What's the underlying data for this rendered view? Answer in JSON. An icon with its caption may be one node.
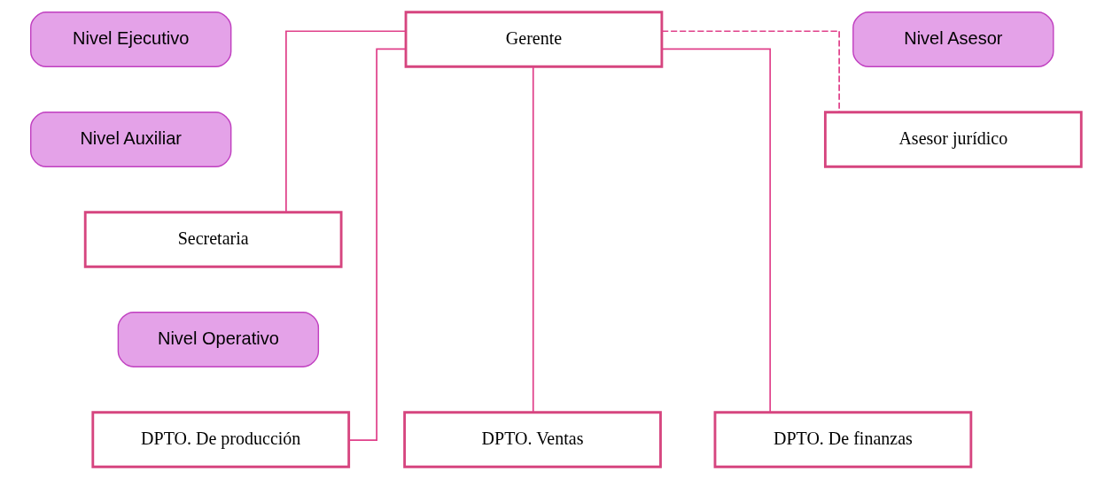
{
  "diagram": {
    "nodes": [
      {
        "text": [
          "Nivel Ejecutivo"
        ]
      },
      {
        "text": [
          "Gerente"
        ]
      },
      {
        "text": [
          "Nivel Asesor"
        ]
      },
      {
        "text": [
          "Asesor jurídico"
        ]
      },
      {
        "text": [
          "Nivel Auxiliar"
        ]
      },
      {
        "text": [
          "Secretaria"
        ]
      },
      {
        "text": [
          "Nivel Operativo"
        ]
      },
      {
        "text": [
          "DPTO. De finanzas"
        ]
      },
      {
        "text": [
          "DPTO. De producción"
        ]
      },
      {
        "text": [
          "DPTO. Ventas"
        ]
      }
    ],
    "edges": [
      {
        "from": 1,
        "to": 3,
        "arrow": "none",
        "style": "dashed"
      },
      {
        "from": 1,
        "to": 5,
        "arrow": "none"
      },
      {
        "from": 1,
        "to": 7,
        "arrow": "none"
      },
      {
        "from": 1,
        "to": 8,
        "arrow": "none"
      },
      {
        "from": 1,
        "to": 9,
        "arrow": "none"
      }
    ]
  }
}
